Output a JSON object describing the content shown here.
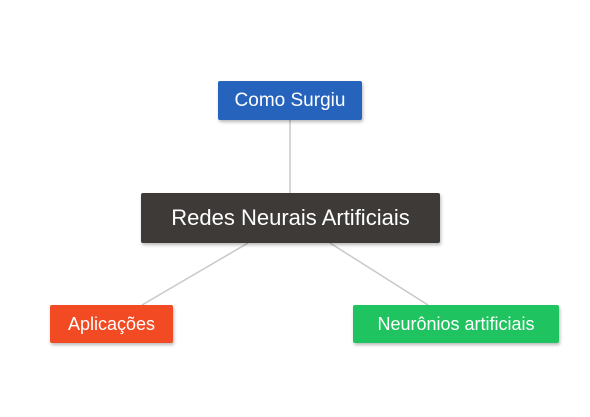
{
  "map": {
    "central": {
      "label": "Redes Neurais Artificiais",
      "color": "#3d3a38"
    },
    "branches": [
      {
        "id": "top",
        "label": "Como Surgiu",
        "color": "#2563bd"
      },
      {
        "id": "left",
        "label": "Aplicações",
        "color": "#f24a22"
      },
      {
        "id": "right",
        "label": "Neurônios artificiais",
        "color": "#1fc35f"
      }
    ],
    "connector_color": "#c8c8c8"
  }
}
